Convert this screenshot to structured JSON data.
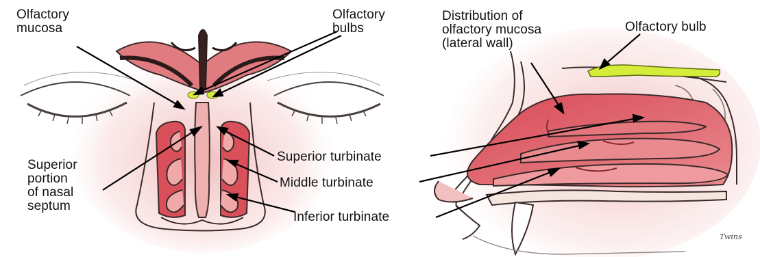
{
  "labels": {
    "olfactory_mucosa": "Olfactory\nmucosa",
    "olfactory_bulbs": "Olfactory\nbulbs",
    "distribution": "Distribution of\nolfactory mucosa\n(lateral wall)",
    "olfactory_bulb": "Olfactory bulb",
    "superior_septum": "Superior\nportion\nof nasal\nseptum",
    "superior_turbinate": "Superior turbinate",
    "middle_turbinate": "Middle turbinate",
    "inferior_turbinate": "Inferior turbinate"
  },
  "signature": "Twins",
  "colors": {
    "tissue_red": "#d9505a",
    "tissue_pink": "#f2b4b4",
    "olfactory_yellow": "#d6ec3a",
    "outline": "#3a2a2a"
  }
}
